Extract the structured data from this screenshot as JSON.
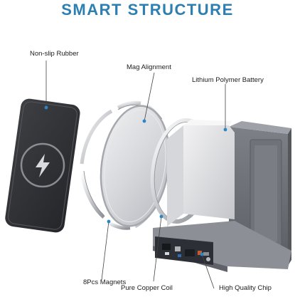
{
  "title": "SMART STRUCTURE",
  "labels": {
    "rubber": "Non-slip Rubber",
    "alignment": "Mag Alignment",
    "battery": "Lithium Polymer Battery",
    "magnets": "8Pcs Magnets",
    "coil": "Pure Copper Coil",
    "chip": "High Quality Chip"
  },
  "icons": {
    "charge": "lightning-bolt-icon"
  },
  "colors": {
    "title": "#2c7fb0",
    "dot": "#2b86c8",
    "text": "#1d1d1d"
  }
}
